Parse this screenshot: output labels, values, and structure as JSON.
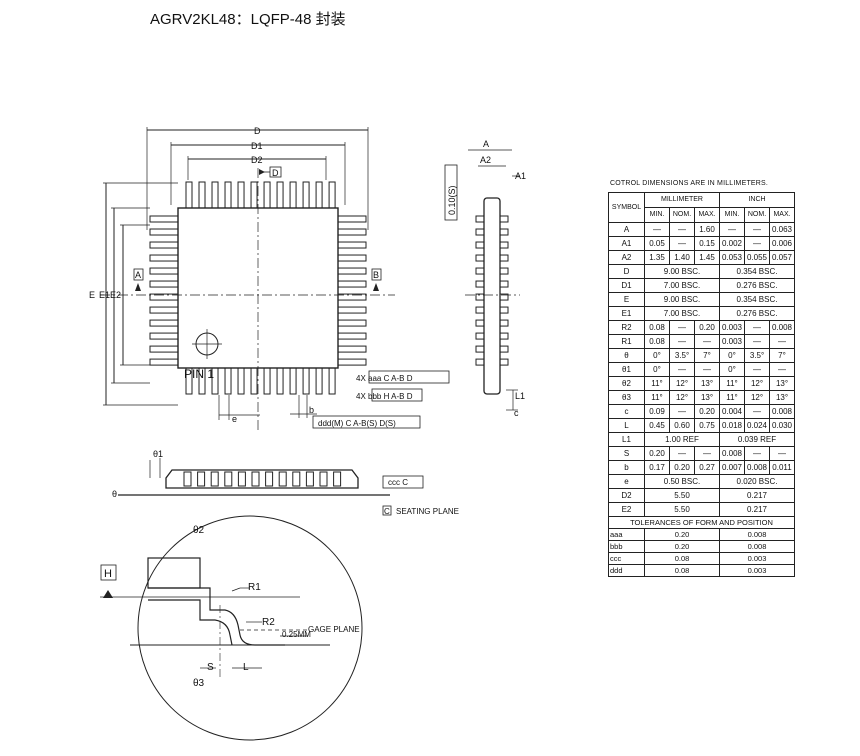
{
  "title": "AGRV2KL48：LQFP-48 封装",
  "drawing_labels": {
    "d": "D",
    "d1": "D1",
    "d2": "D2",
    "e": "E",
    "e1": "E1",
    "e2": "E2",
    "datum_a": "A",
    "datum_b": "B",
    "datum_d": "D",
    "datum_h": "H",
    "datum_c": "C",
    "pin1": "PIN 1",
    "fcf1": "4X  aaa C A-B D",
    "fcf2": "4X  bbb H A-B D",
    "fcf3": "ddd(M) C A-B(S) D(S)",
    "fcf4": "ccc C",
    "e_pitch": "e",
    "b_lead": "b",
    "a": "A",
    "a2": "A2",
    "a1": "A1",
    "l1": "L1",
    "c": "c",
    "flatness": "0.10(S)",
    "theta": "θ",
    "theta1": "θ1",
    "theta2": "θ2",
    "theta3": "θ3",
    "r1": "R1",
    "r2": "R2",
    "s": "S",
    "l": "L",
    "seating_plane": "SEATING PLANE",
    "gage_plane": "GAGE PLANE",
    "gage_dim": "0.25MM"
  },
  "table": {
    "caption": "COTROL DIMENSIONS ARE IN MILLIMETERS.",
    "header": {
      "symbol": "SYMBOL",
      "mm": "MILLIMETER",
      "inch": "INCH"
    },
    "subheader": [
      "MIN.",
      "NOM.",
      "MAX.",
      "MIN.",
      "NOM.",
      "MAX."
    ],
    "rows": [
      {
        "sym": "A",
        "v": [
          "—",
          "—",
          "1.60",
          "—",
          "—",
          "0.063"
        ]
      },
      {
        "sym": "A1",
        "v": [
          "0.05",
          "—",
          "0.15",
          "0.002",
          "—",
          "0.006"
        ]
      },
      {
        "sym": "A2",
        "v": [
          "1.35",
          "1.40",
          "1.45",
          "0.053",
          "0.055",
          "0.057"
        ]
      },
      {
        "sym": "D",
        "mm": "9.00  BSC.",
        "inch": "0.354  BSC."
      },
      {
        "sym": "D1",
        "mm": "7.00  BSC.",
        "inch": "0.276  BSC."
      },
      {
        "sym": "E",
        "mm": "9.00  BSC.",
        "inch": "0.354  BSC."
      },
      {
        "sym": "E1",
        "mm": "7.00  BSC.",
        "inch": "0.276  BSC."
      },
      {
        "sym": "R2",
        "v": [
          "0.08",
          "—",
          "0.20",
          "0.003",
          "—",
          "0.008"
        ]
      },
      {
        "sym": "R1",
        "v": [
          "0.08",
          "—",
          "—",
          "0.003",
          "—",
          "—"
        ]
      },
      {
        "sym": "θ",
        "v": [
          "0°",
          "3.5°",
          "7°",
          "0°",
          "3.5°",
          "7°"
        ]
      },
      {
        "sym": "θ1",
        "v": [
          "0°",
          "—",
          "—",
          "0°",
          "—",
          "—"
        ]
      },
      {
        "sym": "θ2",
        "v": [
          "11°",
          "12°",
          "13°",
          "11°",
          "12°",
          "13°"
        ]
      },
      {
        "sym": "θ3",
        "v": [
          "11°",
          "12°",
          "13°",
          "11°",
          "12°",
          "13°"
        ]
      },
      {
        "sym": "c",
        "v": [
          "0.09",
          "—",
          "0.20",
          "0.004",
          "—",
          "0.008"
        ]
      },
      {
        "sym": "L",
        "v": [
          "0.45",
          "0.60",
          "0.75",
          "0.018",
          "0.024",
          "0.030"
        ]
      },
      {
        "sym": "L1",
        "mm": "1.00  REF",
        "inch": "0.039  REF"
      },
      {
        "sym": "S",
        "v": [
          "0.20",
          "—",
          "—",
          "0.008",
          "—",
          "—"
        ]
      },
      {
        "sym": "b",
        "v": [
          "0.17",
          "0.20",
          "0.27",
          "0.007",
          "0.008",
          "0.011"
        ]
      },
      {
        "sym": "e",
        "mm": "0.50  BSC.",
        "inch": "0.020  BSC."
      },
      {
        "sym": "D2",
        "mm": "5.50",
        "inch": "0.217"
      },
      {
        "sym": "E2",
        "mm": "5.50",
        "inch": "0.217"
      }
    ],
    "tolerance_header": "TOLERANCES  OF  FORM  AND  POSITION",
    "tolerance_rows": [
      {
        "sym": "aaa",
        "mm": "0.20",
        "inch": "0.008"
      },
      {
        "sym": "bbb",
        "mm": "0.20",
        "inch": "0.008"
      },
      {
        "sym": "ccc",
        "mm": "0.08",
        "inch": "0.003"
      },
      {
        "sym": "ddd",
        "mm": "0.08",
        "inch": "0.003"
      }
    ]
  }
}
